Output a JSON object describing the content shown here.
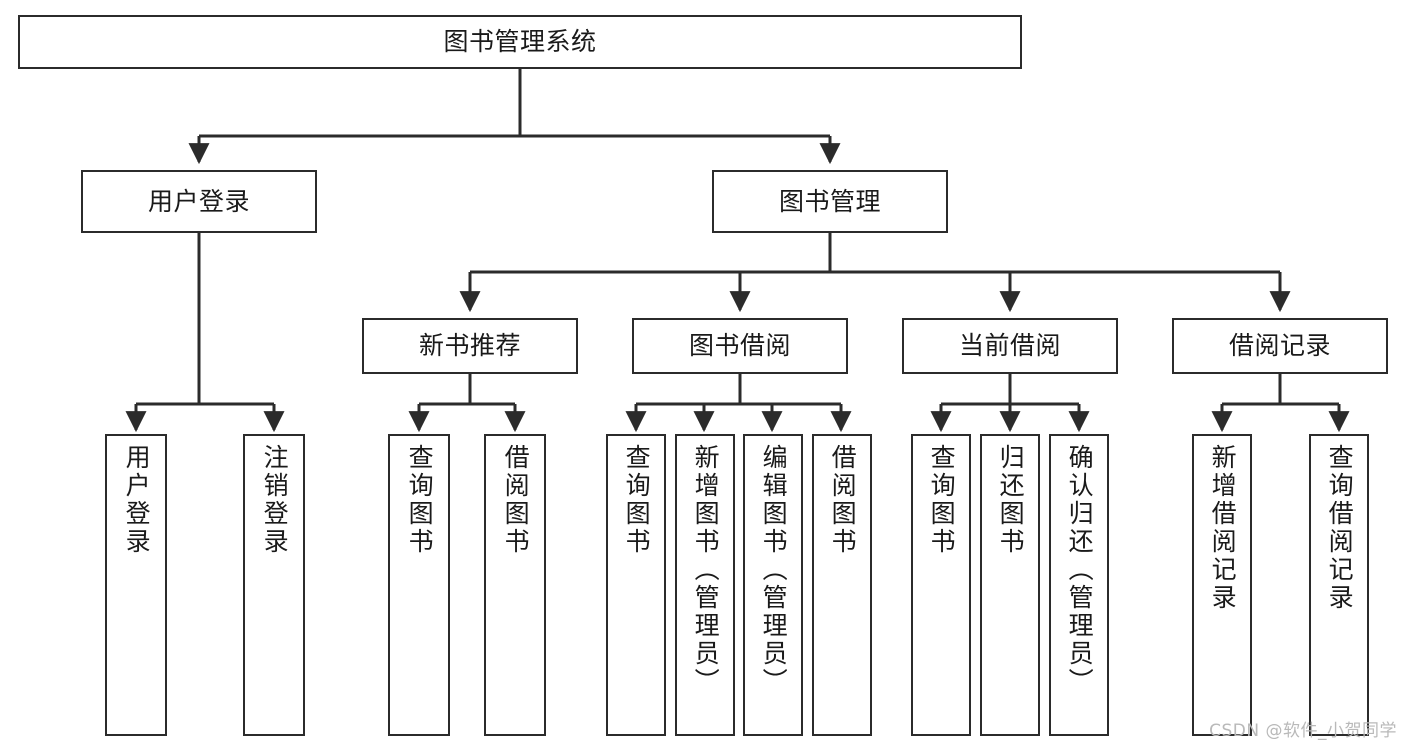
{
  "diagram": {
    "title": "图书管理系统",
    "type": "tree-hierarchy",
    "stroke_color": "#2b2b2b",
    "fill_color": "#ffffff",
    "text_color": "#1a1a1a"
  },
  "watermark": {
    "text": "CSDN @软件_小贺同学",
    "color": "#b9b9b9"
  },
  "nodes": {
    "root": {
      "label": "图书管理系统"
    },
    "level2": [
      {
        "label": "用户登录"
      },
      {
        "label": "图书管理"
      }
    ],
    "level3": [
      {
        "label": "新书推荐"
      },
      {
        "label": "图书借阅"
      },
      {
        "label": "当前借阅"
      },
      {
        "label": "借阅记录"
      }
    ],
    "leaves": {
      "user_login": [
        {
          "label": "用户登录"
        },
        {
          "label": "注销登录"
        }
      ],
      "new_book_recommend": [
        {
          "label": "查询图书"
        },
        {
          "label": "借阅图书"
        }
      ],
      "book_borrow": [
        {
          "label": "查询图书"
        },
        {
          "label": "新增图书（管理员）"
        },
        {
          "label": "编辑图书（管理员）"
        },
        {
          "label": "借阅图书"
        }
      ],
      "current_borrow": [
        {
          "label": "查询图书"
        },
        {
          "label": "归还图书"
        },
        {
          "label": "确认归还（管理员）"
        }
      ],
      "borrow_record": [
        {
          "label": "新增借阅记录"
        },
        {
          "label": "查询借阅记录"
        }
      ]
    }
  }
}
